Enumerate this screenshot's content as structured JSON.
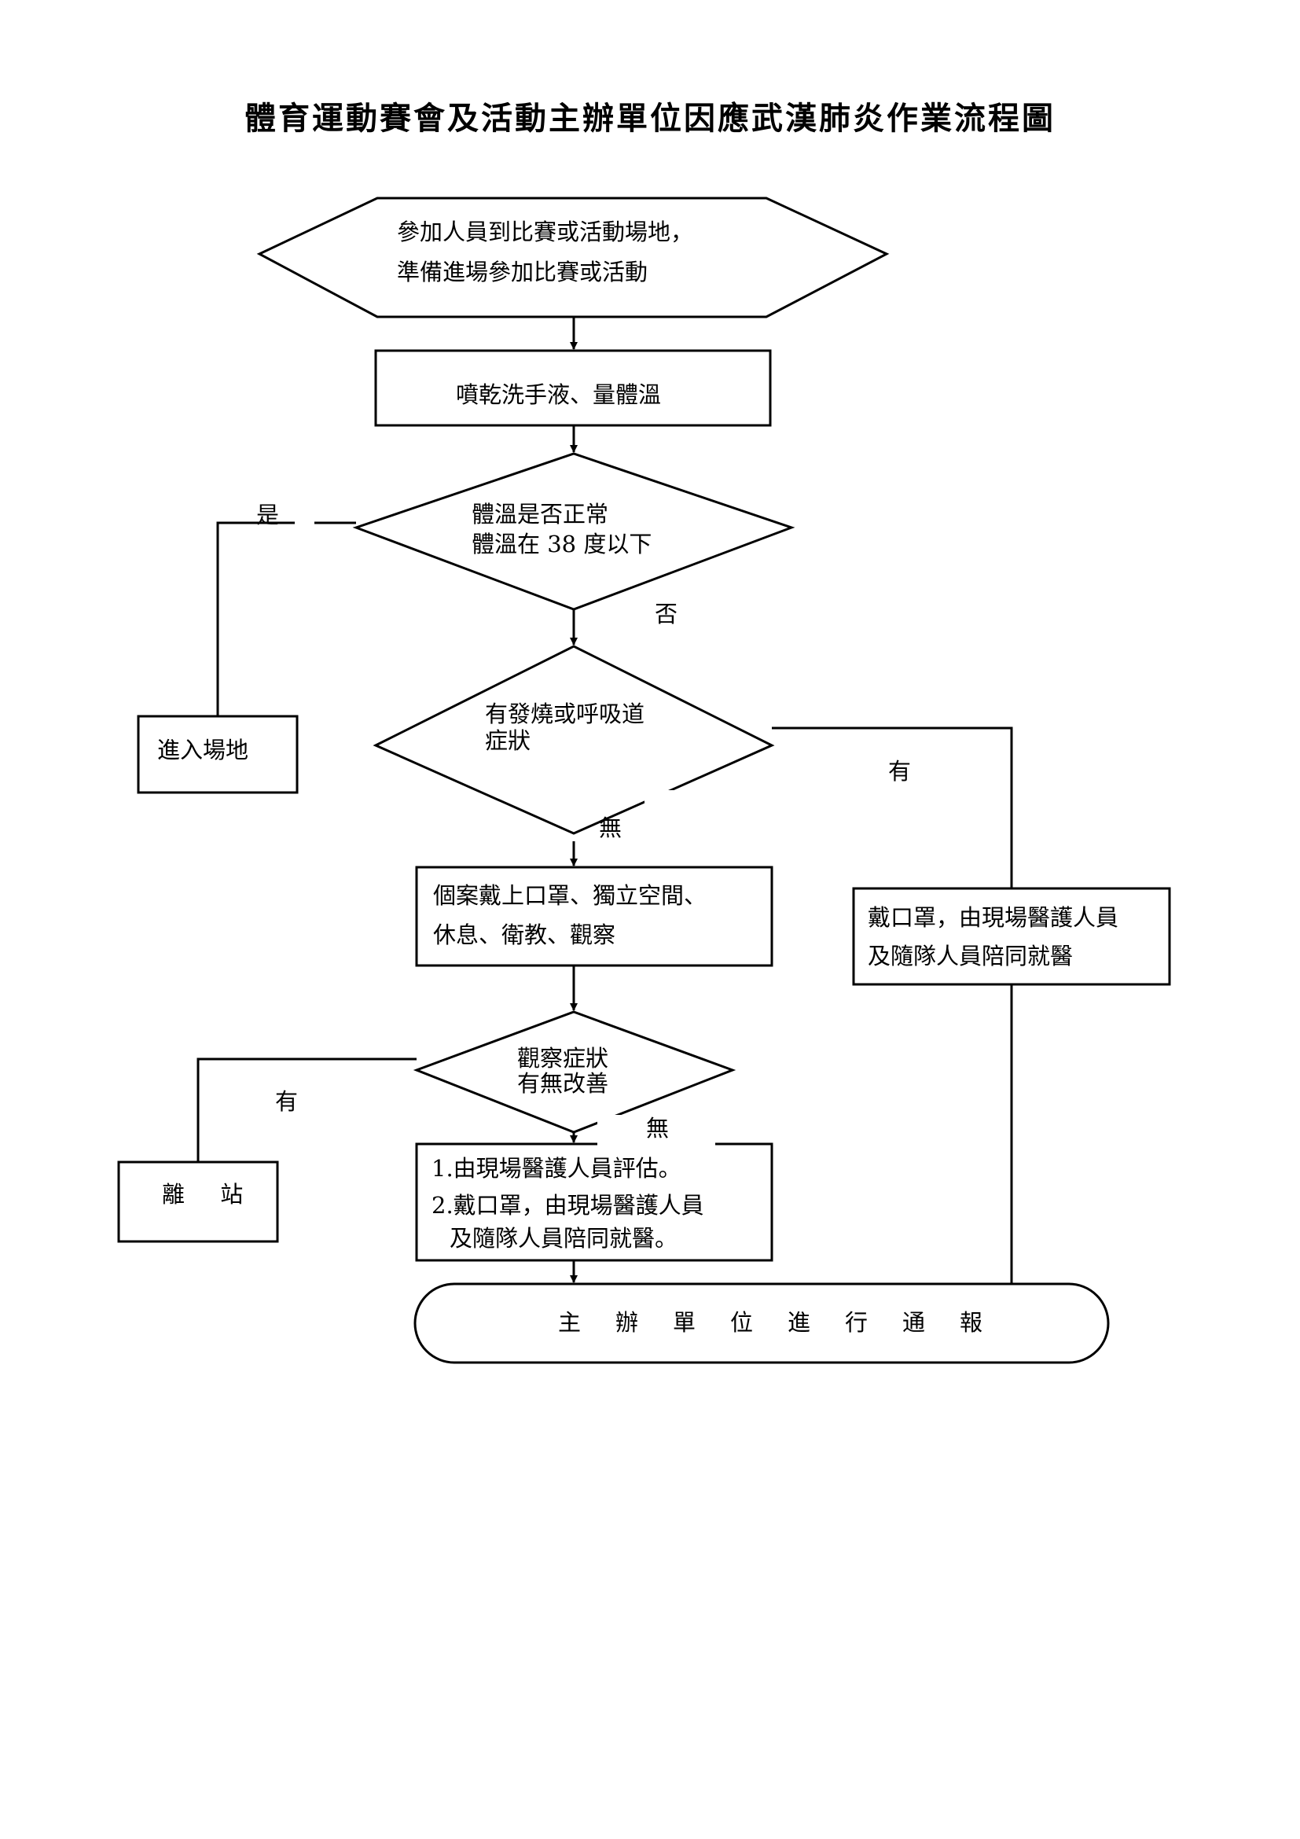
{
  "title": "體育運動賽會及活動主辦單位因應武漢肺炎作業流程圖",
  "nodes": {
    "start": {
      "line1": "參加人員到比賽或活動場地，",
      "line2": "準備進場參加比賽或活動"
    },
    "sanitize": {
      "text": "噴乾洗手液、量體溫"
    },
    "temp_check": {
      "line1": "體溫是否正常",
      "line2": "體溫在 38 度以下"
    },
    "enter": {
      "text": "進入場地"
    },
    "symptom_check": {
      "line1": "有發燒或呼吸道",
      "line2": "症狀"
    },
    "isolate": {
      "line1": "個案戴上口罩、獨立空間、",
      "line2": "休息、衛教、觀察"
    },
    "hospital": {
      "line1": "戴口罩，由現場醫護人員",
      "line2": "及隨隊人員陪同就醫"
    },
    "observe_check": {
      "line1": "觀察症狀",
      "line2": "有無改善"
    },
    "leave": {
      "text": "離 站"
    },
    "evaluate": {
      "line1": "1.由現場醫護人員評估。",
      "line2": "2.戴口罩，由現場醫護人員",
      "line3": "及隨隊人員陪同就醫。"
    },
    "report": {
      "text": "主辦單位進行通報"
    }
  },
  "edge_labels": {
    "temp_yes": "是",
    "temp_no": "否",
    "symptom_yes": "有",
    "symptom_no": "無",
    "observe_yes": "有",
    "observe_no": "無"
  }
}
